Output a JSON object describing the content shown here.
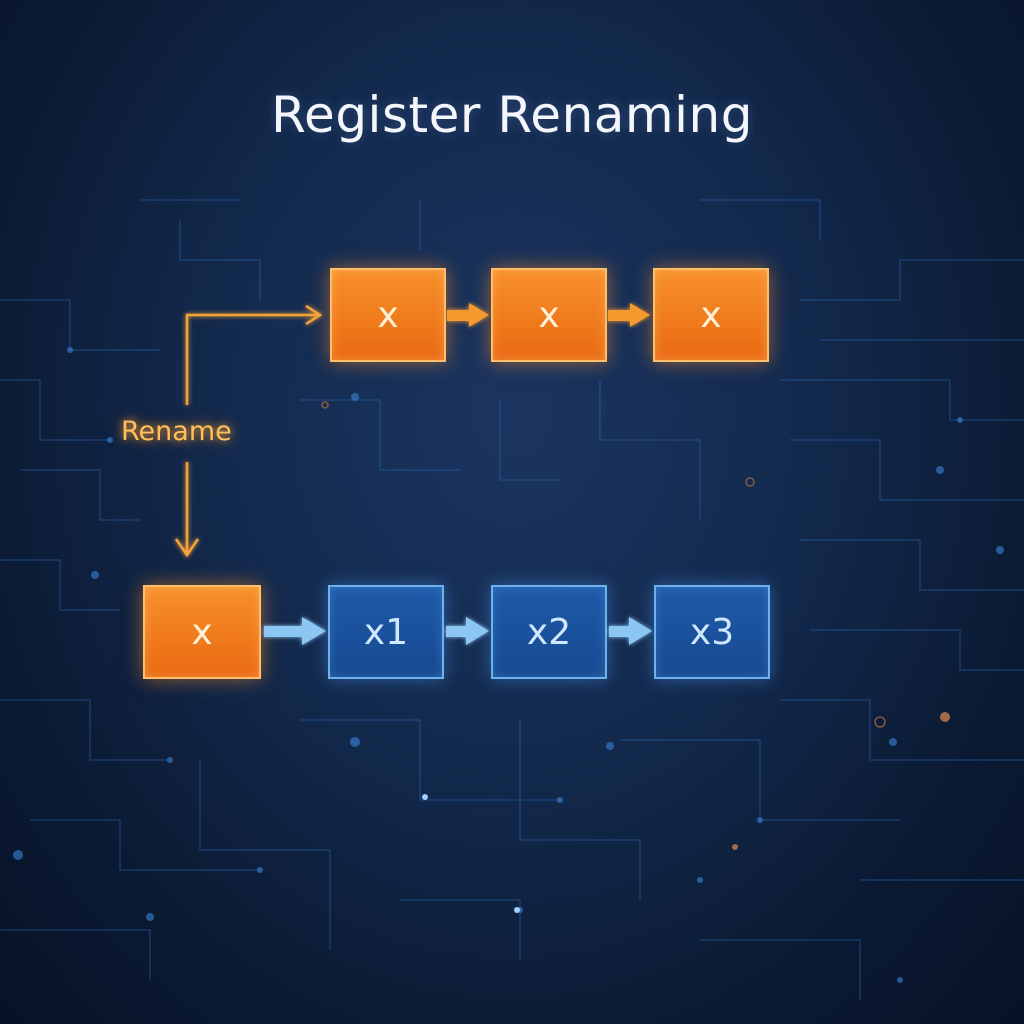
{
  "title": "Register Renaming",
  "rename_label": "Rename",
  "top_row": [
    "x",
    "x",
    "x"
  ],
  "bottom_row": {
    "source": "x",
    "renamed": [
      "x1",
      "x2",
      "x3"
    ]
  },
  "colors": {
    "orange": "#f07a1c",
    "blue": "#1d56a3",
    "background": "#0f2244",
    "rename_accent": "#ffbf5a"
  }
}
